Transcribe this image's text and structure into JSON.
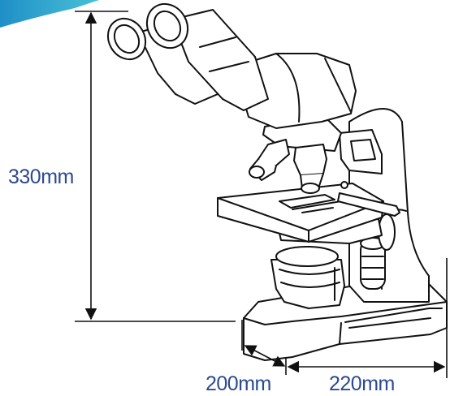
{
  "dimensions": {
    "height": "330mm",
    "depth": "200mm",
    "width": "220mm"
  },
  "colors": {
    "label": "#2c4a90",
    "line": "#111111",
    "corner_accent": "#2a9ad0"
  }
}
